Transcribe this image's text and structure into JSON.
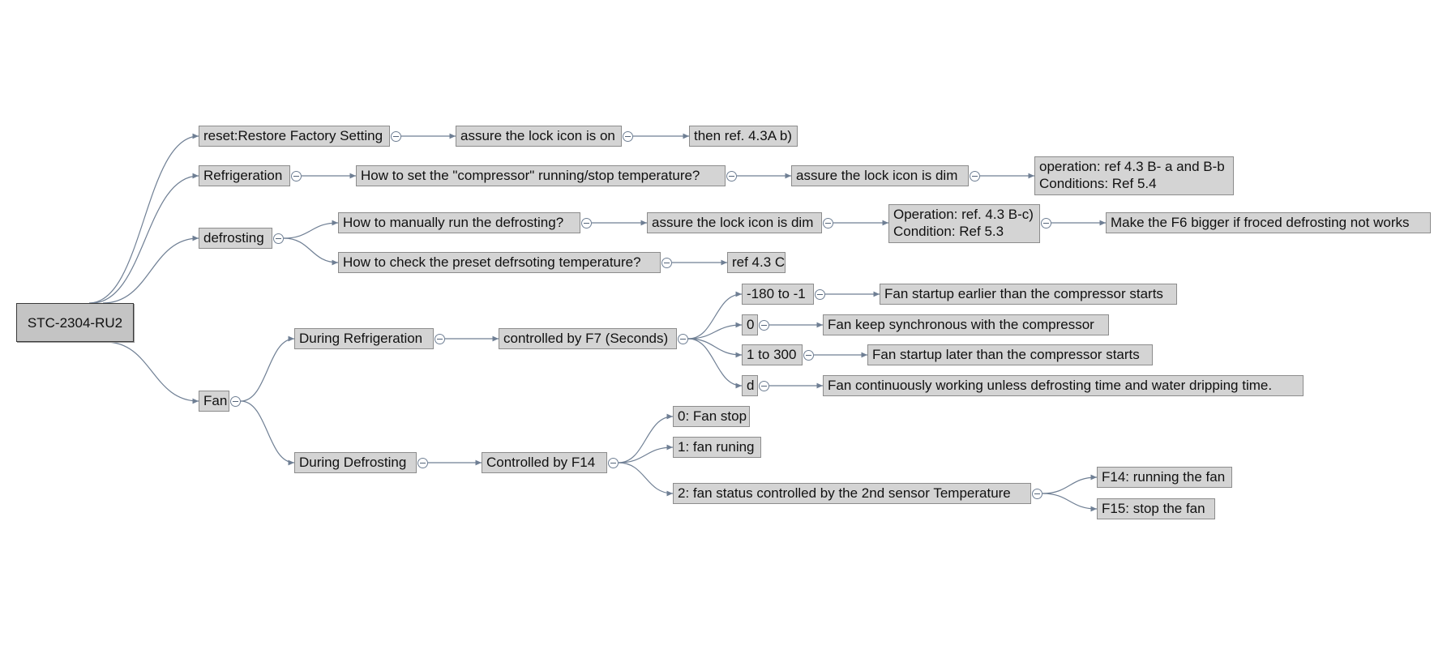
{
  "root": {
    "label": "STC-2304-RU2"
  },
  "nodes": {
    "reset": "reset:Restore Factory Setting",
    "reset_lock": "assure the lock icon is on",
    "reset_ref": "then ref. 4.3A b)",
    "refrig": "Refrigeration",
    "refrig_q": "How to set the \"compressor\" running/stop temperature?",
    "refrig_lock": "assure the lock icon is dim",
    "refrig_op": [
      "operation: ref 4.3 B- a and B-b",
      "Conditions: Ref 5.4"
    ],
    "defrost": "defrosting",
    "defrost_q1": "How to manually run the defrosting?",
    "defrost_lock": "assure the lock icon is dim",
    "defrost_op": [
      "Operation: ref. 4.3 B-c)",
      "Condition: Ref 5.3"
    ],
    "defrost_f6": "Make the F6 bigger if froced defrosting not works",
    "defrost_q2": "How to check the preset defrsoting temperature?",
    "defrost_ref": "ref 4.3 C",
    "fan": "Fan",
    "fan_refrig": "During Refrigeration",
    "f7": "controlled by F7 (Seconds)",
    "f7_neg": "-180 to -1",
    "f7_neg_desc": "Fan startup earlier than the compressor starts",
    "f7_zero": "0",
    "f7_zero_desc": "Fan keep synchronous with the compressor",
    "f7_pos": "1 to 300",
    "f7_pos_desc": "Fan startup later than the compressor starts",
    "f7_d": "d",
    "f7_d_desc": "Fan continuously working unless defrosting time and water dripping time.",
    "fan_defrost": "During Defrosting",
    "f14": "Controlled by  F14",
    "f14_0": "0: Fan stop",
    "f14_1": "1: fan runing",
    "f14_2": "2: fan status controlled by the 2nd sensor Temperature",
    "f14_run": "F14: running the fan",
    "f15_stop": "F15:  stop the fan"
  },
  "colors": {
    "node_fill": "#d4d4d4",
    "node_border": "#8c8c8c",
    "connector": "#6f7f94",
    "root_fill": "#c4c4c4"
  }
}
